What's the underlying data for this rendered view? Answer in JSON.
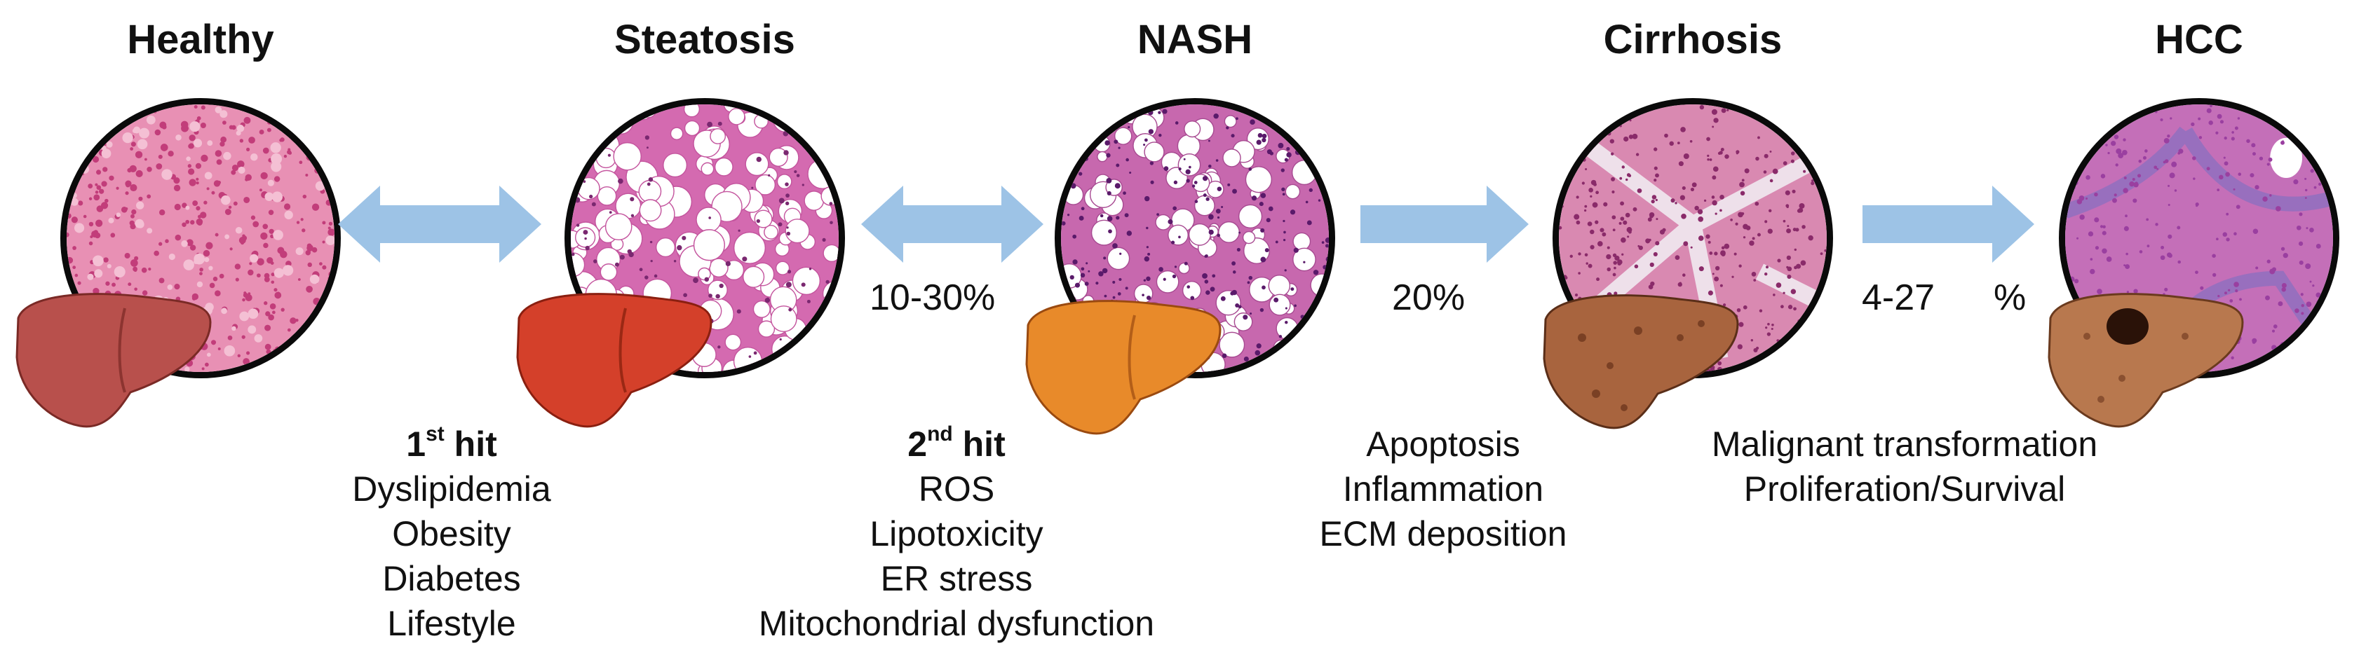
{
  "stages": [
    {
      "title": "Healthy"
    },
    {
      "title": "Steatosis"
    },
    {
      "title": "NASH"
    },
    {
      "title": "Cirrhosis"
    },
    {
      "title": "HCC"
    }
  ],
  "transitions": [
    {
      "type": "bidirectional",
      "percent": ""
    },
    {
      "type": "bidirectional",
      "percent": "10-30%"
    },
    {
      "type": "forward",
      "percent": "20%"
    },
    {
      "type": "forward",
      "percent_lead": "4-27",
      "percent_tail": "%"
    }
  ],
  "captions": {
    "first_hit": {
      "num": "1",
      "sup": "st",
      "word": "hit",
      "lines": [
        "Dyslipidemia",
        "Obesity",
        "Diabetes",
        "Lifestyle"
      ]
    },
    "second_hit": {
      "num": "2",
      "sup": "nd",
      "word": "hit",
      "lines": [
        "ROS",
        "Lipotoxicity",
        "ER stress",
        "Mitochondrial dysfunction"
      ]
    },
    "fibrosis": {
      "lines": [
        "Apoptosis",
        "Inflammation",
        "ECM deposition"
      ]
    },
    "cancer": {
      "lines": [
        "Malignant transformation",
        "Proliferation/Survival"
      ]
    }
  },
  "colors": {
    "arrow": "#9dc3e6",
    "circle_border": "#0a0a0a",
    "tissue_healthy": "#e890b4",
    "tissue_steatosis": "#d46ab0",
    "tissue_nash": "#c768ae",
    "tissue_cirrhosis": "#d989b1",
    "tissue_hcc": "#c46fb8",
    "liver_healthy": "#b8504c",
    "liver_steatosis": "#d4402a",
    "liver_nash": "#e88a2a",
    "liver_cirrhosis": "#a8643e",
    "liver_hcc": "#b8784e",
    "tumor": "#2a1208"
  }
}
